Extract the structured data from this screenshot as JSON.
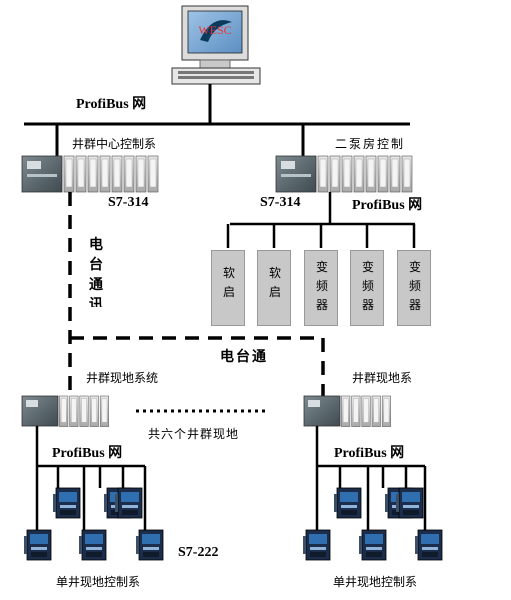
{
  "monitor": {
    "screen_text": "WESC"
  },
  "labels": {
    "profibus_top": "ProfiBus 网",
    "station1_title": "井群中心控制系",
    "station2_title": "二泵房控制",
    "plc1_model": "S7-314",
    "plc2_model": "S7-314",
    "profibus_mid": "ProfiBus 网",
    "radio_vertical": [
      "电",
      "台",
      "通",
      "讯"
    ],
    "radio_horizontal": "电台通",
    "field_left": "井群现地系统",
    "field_right": "井群现地系",
    "six_sites": "共六个井群现地",
    "profibus_bottom_left": "ProfiBus 网",
    "profibus_bottom_right": "ProfiBus 网",
    "plc_small_model": "S7-222",
    "single_well_left": "单井现地控制系",
    "single_well_right": "单井现地控制系"
  },
  "drives": [
    {
      "lines": [
        "软",
        "启"
      ]
    },
    {
      "lines": [
        "软",
        "启"
      ]
    },
    {
      "lines": [
        "变",
        "频",
        "器"
      ]
    },
    {
      "lines": [
        "变",
        "频",
        "器"
      ]
    },
    {
      "lines": [
        "变",
        "频",
        "器"
      ]
    }
  ]
}
